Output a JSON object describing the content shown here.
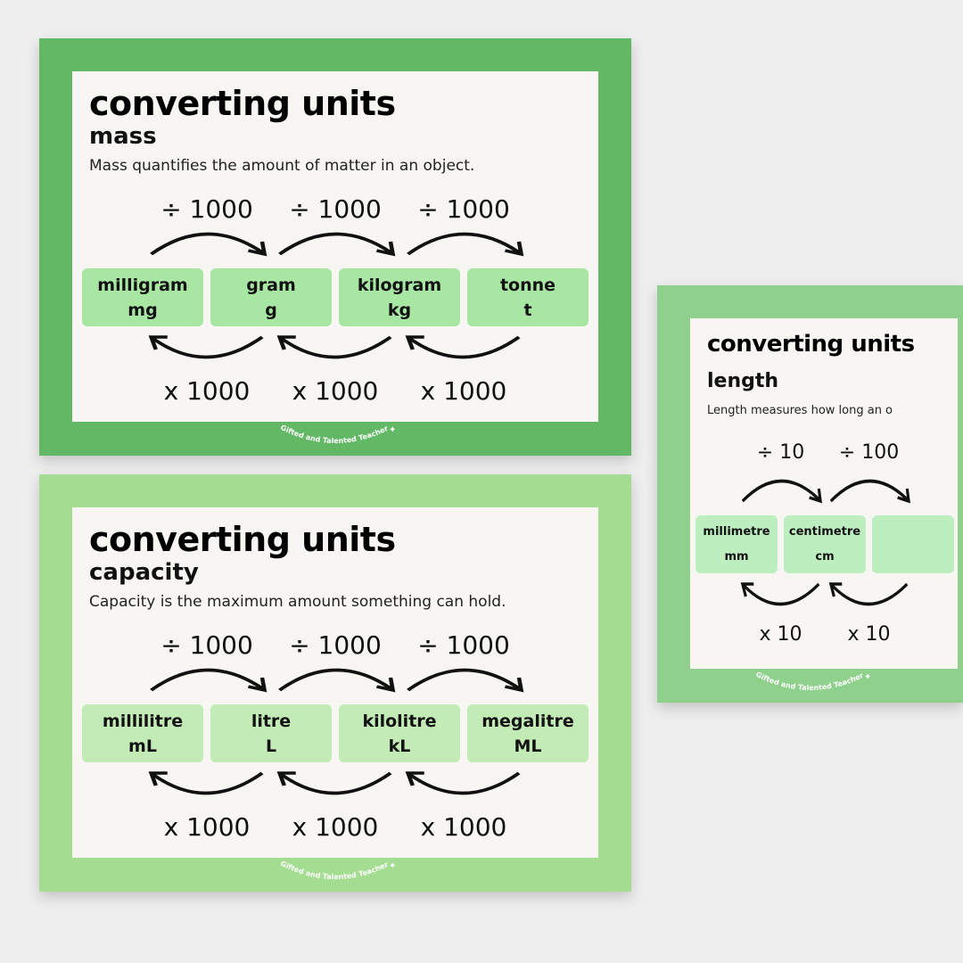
{
  "posters": [
    {
      "id": "mass",
      "border": "#63b866",
      "box": "#a8e6a3",
      "title": "converting units",
      "subtitle": "mass",
      "description": "Mass quantifies the amount of matter in an object.",
      "divide": [
        "÷ 1000",
        "÷ 1000",
        "÷ 1000"
      ],
      "multiply": [
        "x 1000",
        "x 1000",
        "x 1000"
      ],
      "units": [
        {
          "name": "milligram",
          "abbr": "mg"
        },
        {
          "name": "gram",
          "abbr": "g"
        },
        {
          "name": "kilogram",
          "abbr": "kg"
        },
        {
          "name": "tonne",
          "abbr": "t"
        }
      ],
      "logo": "Gifted and Talented Teacher"
    },
    {
      "id": "capacity",
      "border": "#a4dc92",
      "box": "#c3ebb6",
      "title": "converting units",
      "subtitle": "capacity",
      "description": "Capacity is the maximum amount something can hold.",
      "divide": [
        "÷ 1000",
        "÷ 1000",
        "÷ 1000"
      ],
      "multiply": [
        "x 1000",
        "x 1000",
        "x 1000"
      ],
      "units": [
        {
          "name": "millilitre",
          "abbr": "mL"
        },
        {
          "name": "litre",
          "abbr": "L"
        },
        {
          "name": "kilolitre",
          "abbr": "kL"
        },
        {
          "name": "megalitre",
          "abbr": "ML"
        }
      ],
      "logo": "Gifted and Talented Teacher"
    },
    {
      "id": "length",
      "border": "#8fd08c",
      "box": "#bdeec0",
      "title": "converting units",
      "subtitle": "length",
      "description": "Length measures how long an o",
      "divide": [
        "÷ 10",
        "÷ 100"
      ],
      "multiply": [
        "x 10",
        "x 10"
      ],
      "units": [
        {
          "name": "millimetre",
          "abbr": "mm"
        },
        {
          "name": "centimetre",
          "abbr": "cm"
        },
        {
          "name": "",
          "abbr": ""
        }
      ],
      "logo": "Gifted and Talented Teacher"
    }
  ]
}
